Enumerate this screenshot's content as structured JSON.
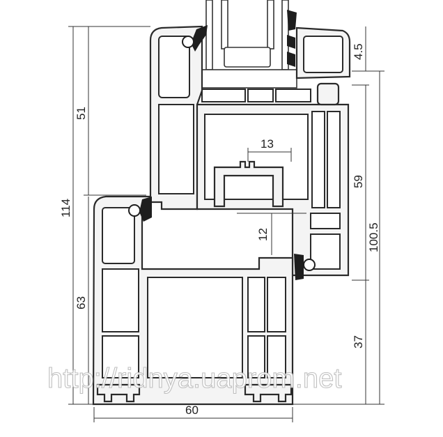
{
  "dimensions": {
    "total_height": "114",
    "sash_height": "51",
    "frame_height": "63",
    "width": "60",
    "glazing_offset": "13",
    "rebate_depth": "12",
    "bead_height": "4.5",
    "sash_overall": "100.5",
    "frame_low": "37",
    "right_upper": "59"
  },
  "watermark": "http://ridnya.uaprom.net",
  "colors": {
    "line": "#2a2a2a",
    "seal": "#1e1e1e",
    "watermark_stroke": "#b9b9b9"
  }
}
